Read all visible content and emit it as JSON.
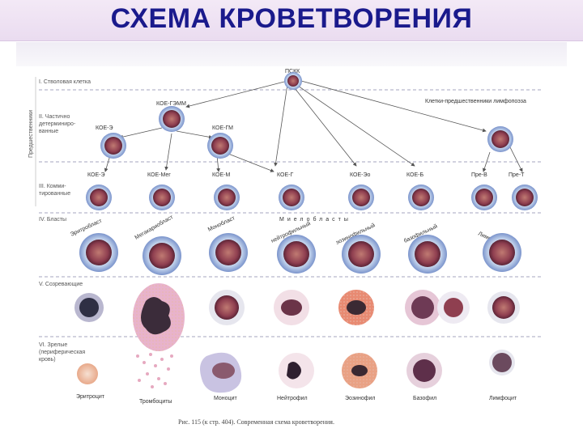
{
  "title": "СХЕМА КРОВЕТВОРЕНИЯ",
  "side_label": "Предшественники",
  "rows": {
    "r1": "I. Стволовая клетка",
    "r2a": "II. Частично",
    "r2b": "детерминиро-",
    "r2c": "ванные",
    "r3a": "III. Комми-",
    "r3b": "тированные",
    "r4": "IV. Бласты",
    "r5": "V. Созревающие",
    "r6a": "VI. Зрелые",
    "r6b": "(периферическая",
    "r6c": "кровь)"
  },
  "top_nodes": {
    "pskk": "ПСКК",
    "koe_gemm": "КОЕ-ГЭММ",
    "koe_s": "КОЕ-Э",
    "koe_gm": "КОЕ-ГМ",
    "lymph_pred": "Клетки-предшественники лимфопоэза"
  },
  "committed": [
    "КОЕ-Э",
    "КОЕ-Мег",
    "КОЕ-М",
    "КОЕ-Г",
    "КОЕ-Эо",
    "КОЕ-Б",
    "Пре-В",
    "Пре-Т"
  ],
  "blasts": [
    "Эритробласт",
    "Мегакариобласт",
    "Монобласт",
    "нейтрофильный",
    "эозинофильный",
    "базофильный",
    "Лимфобласт"
  ],
  "myeloblasts": "Миелобласты",
  "mature": [
    "Эритроцит",
    "Тромбоциты",
    "Моноцит",
    "Нейтрофил",
    "Эозинофил",
    "Базофил",
    "Лимфоцит"
  ],
  "caption": "Рис. 115 (к стр. 404). Современная схема кроветворения.",
  "colors": {
    "title": "#1a1a8c",
    "nucleus": "#8f3f50",
    "membrane": "#4f6bb3",
    "cytoplasm": "#cfe0f2",
    "dashed": "#8888aa"
  }
}
